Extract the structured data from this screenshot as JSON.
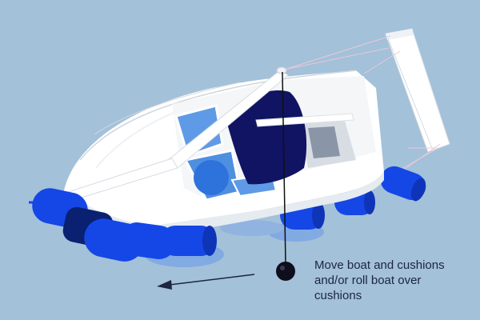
{
  "caption": {
    "lines": [
      "Move boat and cushions",
      "and/or roll boat over",
      "cushions"
    ]
  },
  "colors": {
    "background": "#a3c1d9",
    "hull": "#ffffff",
    "cushion": "#1447e6",
    "cushion_dark": "#0a2070",
    "canopy": "#111463",
    "glass": "#4e8fe0",
    "weight": "#0e0e1c",
    "arrow": "#1d2540"
  },
  "icons": [
    "move-direction-arrow",
    "plumb-weight-icon"
  ]
}
